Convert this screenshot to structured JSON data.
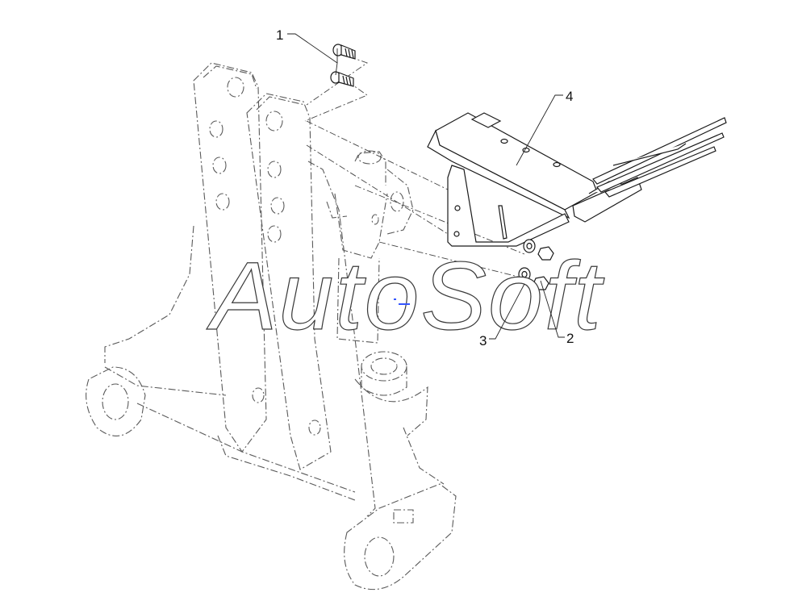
{
  "callouts": [
    {
      "id": "1",
      "label": "1"
    },
    {
      "id": "2",
      "label": "2"
    },
    {
      "id": "3",
      "label": "3"
    },
    {
      "id": "4",
      "label": "4"
    }
  ],
  "watermark": "AutoSoft",
  "colors": {
    "line": "#1a1a1a",
    "ghost": "#5a5a5a",
    "background": "#ffffff",
    "marker": "#3355ff"
  }
}
